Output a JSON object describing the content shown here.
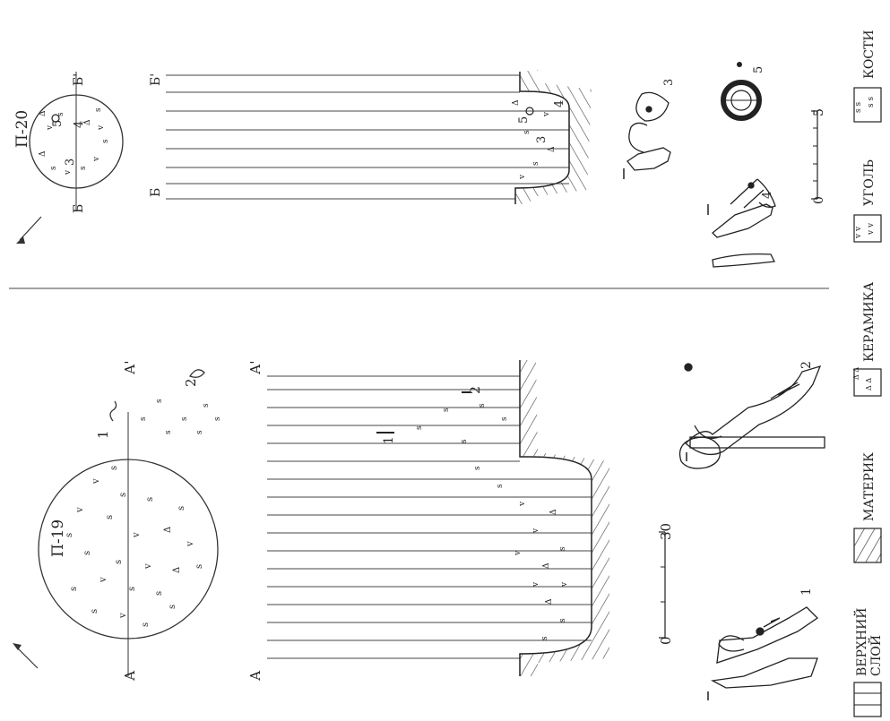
{
  "pits": {
    "p19": {
      "label": "П-19",
      "section_start": "А",
      "section_end": "А'",
      "find_1": "1",
      "find_2": "2"
    },
    "p20": {
      "label": "П-20",
      "section_start": "Б",
      "section_end": "Б'",
      "find_3": "3",
      "find_4": "4",
      "find_5": "5"
    }
  },
  "scale_bars": {
    "large": {
      "start": "0",
      "end": "30"
    },
    "small": {
      "start": "0",
      "end": "5"
    }
  },
  "finds": {
    "item1": "1",
    "item2": "2",
    "item3": "3",
    "item4": "4",
    "item5": "5"
  },
  "legend": {
    "upper_layer_line1": "ВЕРХНИЙ",
    "upper_layer_line2": "СЛОЙ",
    "subsoil": "МАТЕРИК",
    "ceramics": "КЕРАМИКА",
    "charcoal": "УГОЛЬ",
    "bones": "КОСТИ"
  }
}
